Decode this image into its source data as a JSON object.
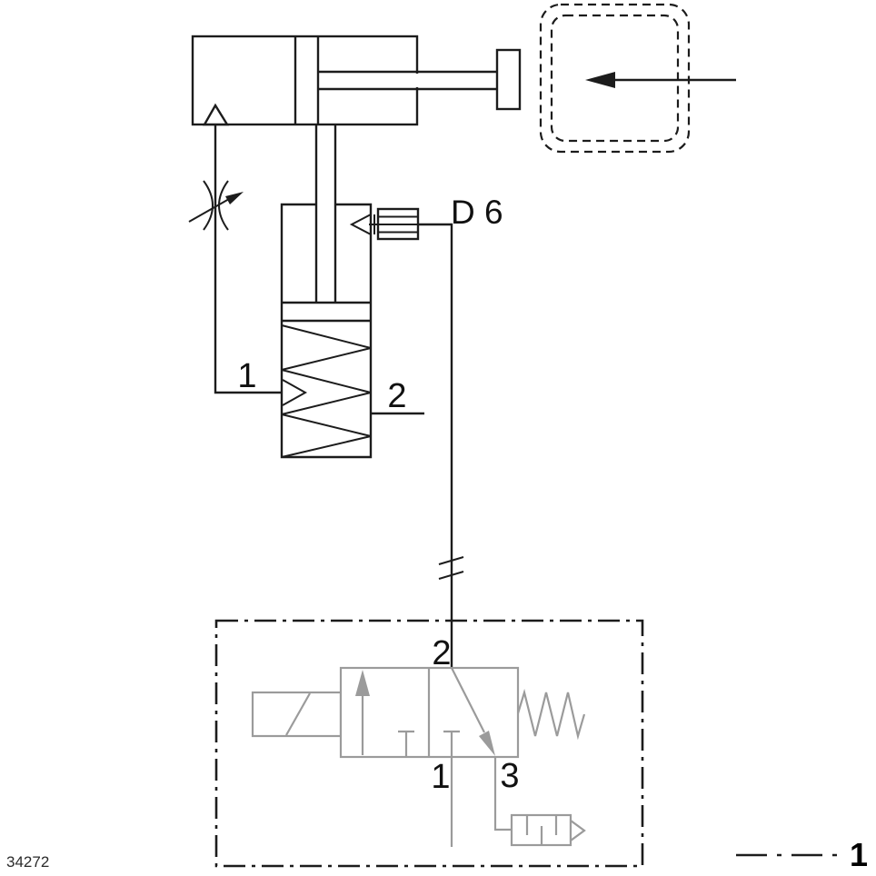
{
  "figure": {
    "drawing_number": "34272",
    "legend": {
      "label": "1",
      "line_style": "dash-dot"
    }
  },
  "labels": {
    "tubing": "D 6",
    "clamp_port_1": "1",
    "clamp_port_2": "2",
    "valve_port_2": "2",
    "valve_port_1": "1",
    "valve_port_3": "3"
  },
  "colors": {
    "line": "#1c1c1c",
    "inactive_component": "#9b9b9b",
    "background": "#ffffff"
  },
  "components": [
    "drive-cylinder-with-rod",
    "load-target-dashed-box",
    "one-way-flow-control-valve",
    "spring-clamping-unit",
    "tubing-connector-d6",
    "line-break-symbol",
    "valve-module-dashdot-boundary",
    "solenoid-3-2-valve",
    "return-spring",
    "silencer"
  ]
}
